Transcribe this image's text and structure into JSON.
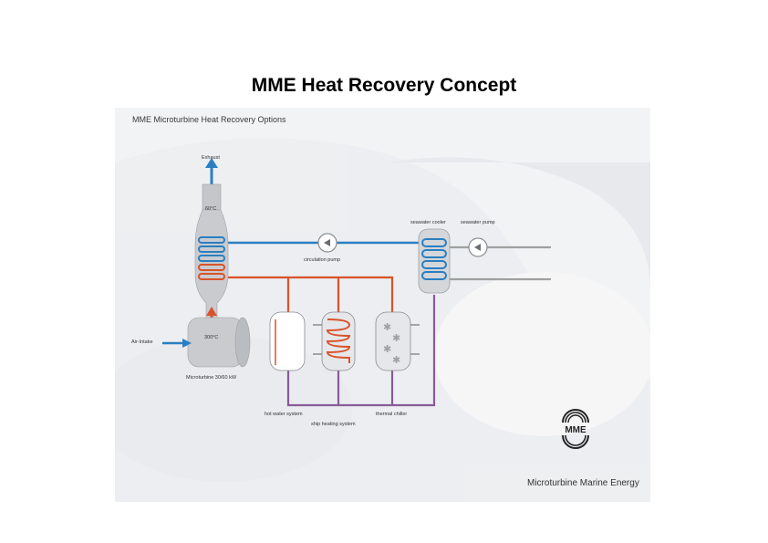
{
  "slide": {
    "title": "MME Heat Recovery Concept"
  },
  "diagram": {
    "subtitle": "MME Microturbine Heat Recovery Options",
    "labels": {
      "exhaust": "Exhaust",
      "temp_top": "60°C",
      "temp_bottom": "300°C",
      "air_intake": "Air-Intake",
      "microturbine": "Microturbine 30/60 kW",
      "circulation_pump": "circulation pump",
      "seawater_cooler": "seawater cooler",
      "seawater_pump": "seawater pump",
      "hot_water_system": "hot water system",
      "ship_heating_system": "ship heating system",
      "thermal_chiller": "thermal chiller"
    },
    "colors": {
      "hot": "#d9532a",
      "cold": "#2a7fc0",
      "return": "#8a5a9a",
      "seawater": "#a0a0a0"
    }
  },
  "brand": {
    "logo_text": "MME",
    "tagline": "Microturbine Marine Energy"
  }
}
